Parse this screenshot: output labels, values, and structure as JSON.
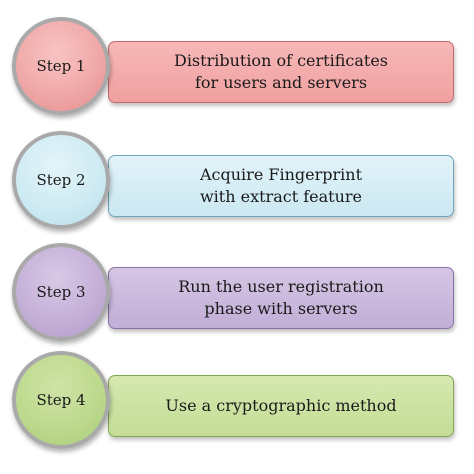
{
  "steps": [
    {
      "label": "Step 1",
      "text": "Distribution of certificates\nfor users and servers",
      "circle_color": "#f0a8a8",
      "bar_color": "#f0a0a0"
    },
    {
      "label": "Step 2",
      "text": "Acquire Fingerprint\nwith extract feature",
      "circle_color": "#cfebf3",
      "bar_color": "#cbe8f2"
    },
    {
      "label": "Step 3",
      "text": "Run the user registration\nphase with servers",
      "circle_color": "#c5b0d8",
      "bar_color": "#c2aed7"
    },
    {
      "label": "Step 4",
      "text": "Use a cryptographic method",
      "circle_color": "#bdd98e",
      "bar_color": "#c3dd96"
    }
  ]
}
